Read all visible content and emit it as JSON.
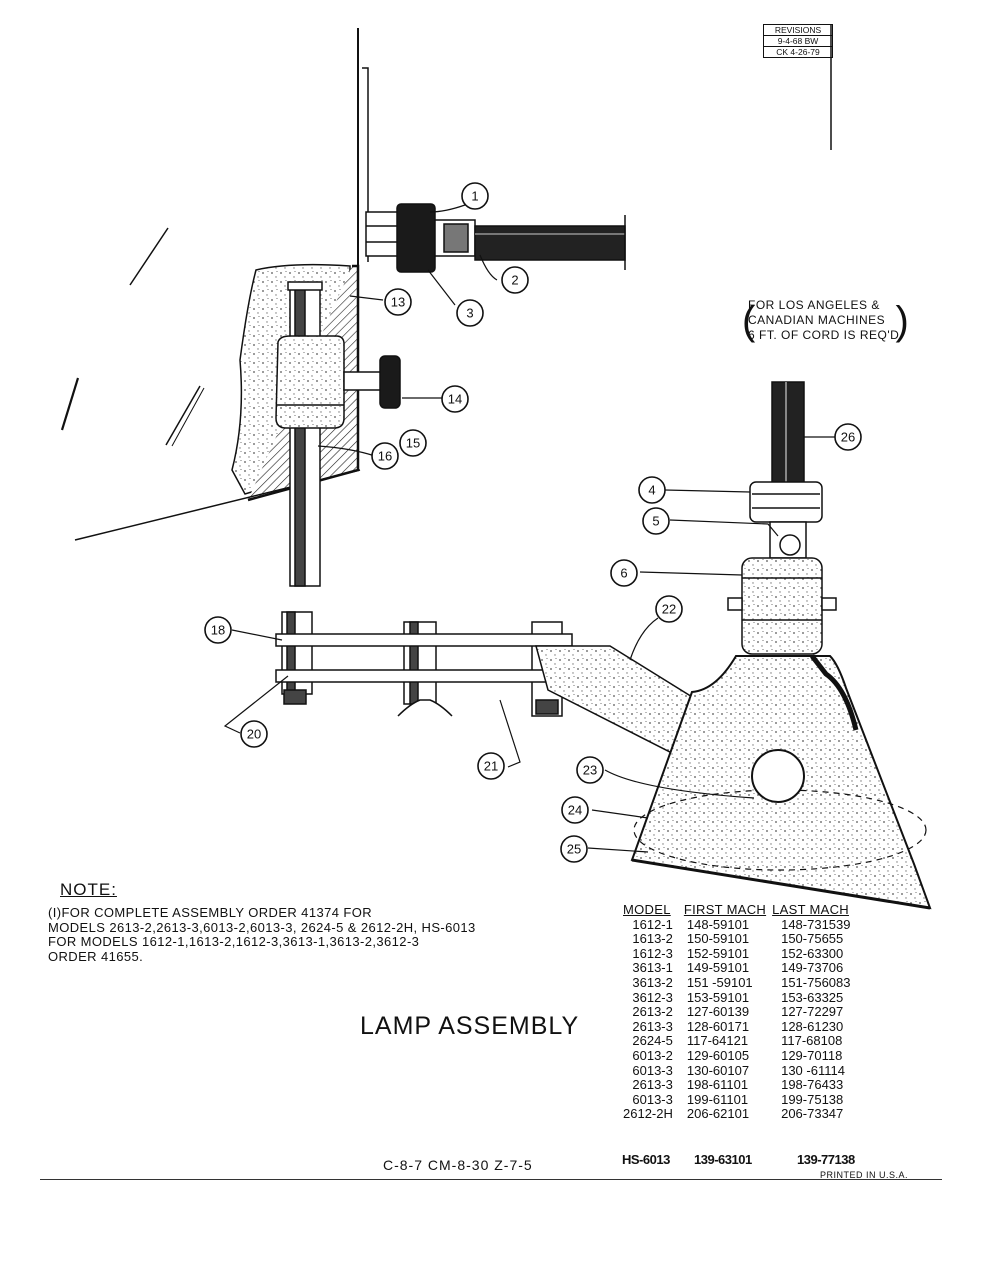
{
  "revisions": {
    "header": "REVISIONS",
    "line1": "9-4-68 BW",
    "line2": "CK 4-26-79"
  },
  "cord_note": {
    "line1": "FOR LOS ANGELES &",
    "line2": "CANADIAN MACHINES",
    "line3": "6 FT. OF CORD IS REQ'D"
  },
  "callouts": [
    "1",
    "2",
    "3",
    "13",
    "14",
    "15",
    "16",
    "26",
    "4",
    "5",
    "6",
    "18",
    "22",
    "20",
    "21",
    "23",
    "24",
    "25"
  ],
  "note": {
    "heading": "NOTE:",
    "line1": "(I)FOR COMPLETE ASSEMBLY ORDER 41374 FOR",
    "line2": "MODELS 2613-2,2613-3,6013-2,6013-3,   2624-5 & 2612-2H, HS-6013",
    "line3": "FOR MODELS 1612-1,1613-2,1612-3,3613-1,3613-2,3612-3",
    "line4": "ORDER 41655."
  },
  "title": "LAMP ASSEMBLY",
  "table": {
    "headers": [
      "MODEL",
      "FIRST MACH",
      "LAST MACH"
    ],
    "rows": [
      [
        "1612-1",
        "148-59101",
        "148-731539"
      ],
      [
        "1613-2",
        "150-59101",
        "150-75655"
      ],
      [
        "1612-3",
        "152-59101",
        "152-63300"
      ],
      [
        "3613-1",
        "149-59101",
        "149-73706"
      ],
      [
        "3613-2",
        "151 -59101",
        "151-756083"
      ],
      [
        "3612-3",
        "153-59101",
        "153-63325"
      ],
      [
        "2613-2",
        "127-60139",
        "127-72297"
      ],
      [
        "2613-3",
        "128-60171",
        "128-61230"
      ],
      [
        "2624-5",
        "117-64121",
        "117-68108"
      ],
      [
        "6013-2",
        "129-60105",
        "129-70118"
      ],
      [
        "6013-3",
        "130-60107",
        "130 -61114"
      ],
      [
        "2613-3",
        "198-61101",
        "198-76433"
      ],
      [
        "6013-3",
        "199-61101",
        "199-75138"
      ],
      [
        "2612-2H",
        "206-62101",
        "206-73347"
      ]
    ],
    "extra_row": [
      "HS-6013",
      "139-63101",
      "139-77138"
    ]
  },
  "codes": "C-8-7   CM-8-30   Z-7-5",
  "printed": "PRINTED IN U.S.A."
}
